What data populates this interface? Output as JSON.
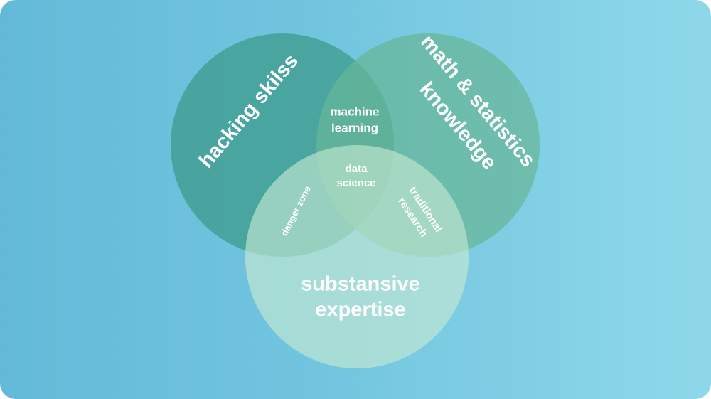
{
  "diagram": {
    "type": "venn",
    "sets": [
      {
        "name": "hacking-skills",
        "label": "hacking skilss",
        "color": "#3f9c8e"
      },
      {
        "name": "math-statistics",
        "label_lines": [
          "math & statistics",
          "knowledge"
        ],
        "color": "#66b697"
      },
      {
        "name": "substantive-expertise",
        "label_lines": [
          "substansive",
          "expertise"
        ],
        "color": "#c5e8cf"
      }
    ],
    "intersections": {
      "machine_learning": [
        "machine",
        "learning"
      ],
      "danger_zone": "danger zone",
      "traditional_research": [
        "traditional",
        "research"
      ],
      "data_science": [
        "data",
        "science"
      ]
    }
  }
}
